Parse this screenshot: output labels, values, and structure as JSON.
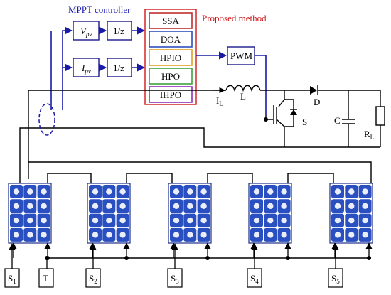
{
  "controller": {
    "title": "MPPT controller",
    "vpv": "V",
    "vpv_sub": "pv",
    "ipv": "I",
    "ipv_sub": "pv",
    "delay": "1/z"
  },
  "proposed": {
    "title": "Proposed method",
    "methods": [
      "SSA",
      "DOA",
      "HPIO",
      "HPO",
      "IHPO"
    ]
  },
  "pwm": "PWM",
  "circuit": {
    "current": "I",
    "current_sub": "L",
    "inductor": "L",
    "switch": "S",
    "diode": "D",
    "capacitor": "C",
    "load": "R",
    "load_sub": "L"
  },
  "sensors": [
    {
      "label": "S",
      "sub": "1"
    },
    {
      "label": "T",
      "sub": ""
    },
    {
      "label": "S",
      "sub": "2"
    },
    {
      "label": "S",
      "sub": "3"
    },
    {
      "label": "S",
      "sub": "4"
    },
    {
      "label": "S",
      "sub": "5"
    }
  ],
  "colors": {
    "control_wire": "#1a1aa8",
    "title_blue": "#1a1ab0",
    "proposed_red": "#d01818",
    "panel_cell": "#2a4fc0",
    "method_borders": [
      "#c03030",
      "#3050c0",
      "#e0a020",
      "#40a040",
      "#9030b0"
    ]
  }
}
